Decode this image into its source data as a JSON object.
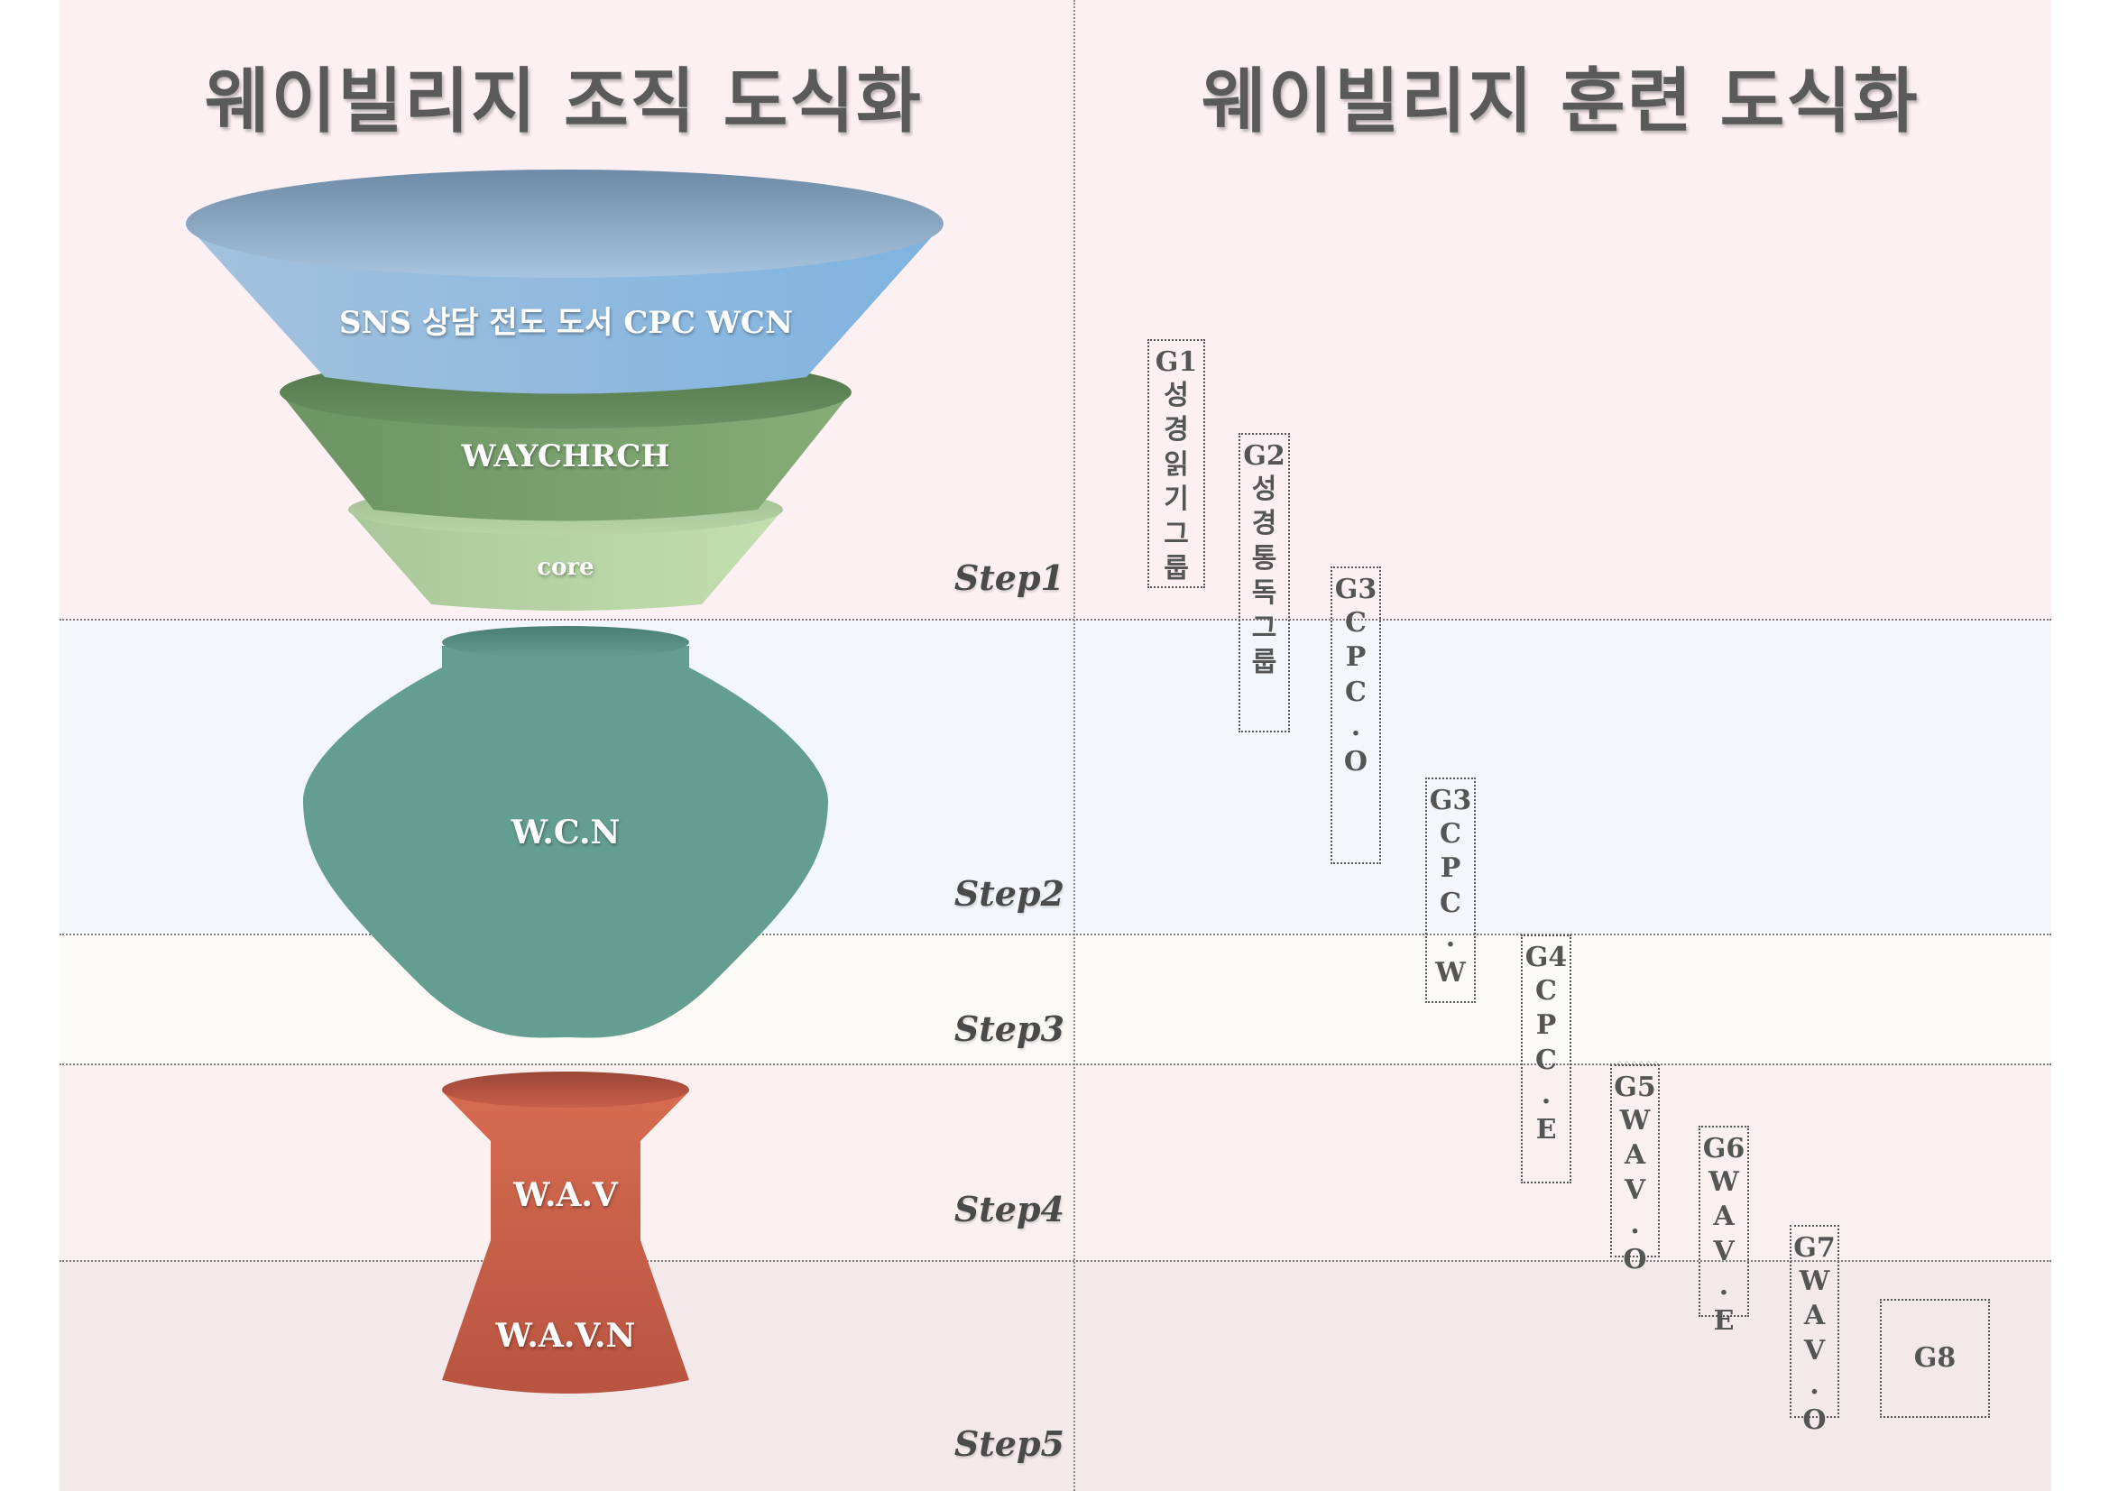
{
  "titles": {
    "left": "웨이빌리지 조직 도식화",
    "right": "웨이빌리지 훈련 도식화"
  },
  "colors": {
    "band1": "#fcf0f2",
    "band2": "#f3f7fb",
    "band3": "#fcf9f6",
    "band4": "#faf0f0",
    "band5": "#f4e9ea",
    "blue": "#8ab4d8",
    "darkGreen": "#6e9866",
    "lightGreen": "#b4d2a2",
    "teal": "#649e90",
    "coral": "#d46a50"
  },
  "steps": [
    "Step1",
    "Step2",
    "Step3",
    "Step4",
    "Step5"
  ],
  "shapes": {
    "top": "SNS 상담 전도 도서 CPC WCN",
    "middle": "WAYCHRCH",
    "core": "core",
    "wcn": "W.C.N",
    "wav": "W.A.V",
    "wavn": "W.A.V.N"
  },
  "groups": [
    {
      "name": "G1",
      "chars": [
        "성",
        "경",
        "읽",
        "기",
        "그",
        "룹"
      ]
    },
    {
      "name": "G2",
      "chars": [
        "성",
        "경",
        "통",
        "독",
        "그",
        "룹"
      ]
    },
    {
      "name": "G3",
      "chars": [
        "C",
        "P",
        "C",
        ".",
        "O"
      ]
    },
    {
      "name": "G3",
      "chars": [
        "C",
        "P",
        "C",
        ".",
        "W"
      ]
    },
    {
      "name": "G4",
      "chars": [
        "C",
        "P",
        "C",
        ".",
        "E"
      ]
    },
    {
      "name": "G5",
      "chars": [
        "W",
        "A",
        "V",
        ".",
        "O"
      ]
    },
    {
      "name": "G6",
      "chars": [
        "W",
        "A",
        "V",
        ".",
        "E"
      ]
    },
    {
      "name": "G7",
      "chars": [
        "W",
        "A",
        "V",
        ".",
        "O"
      ]
    },
    {
      "name": "G8",
      "chars": []
    }
  ]
}
